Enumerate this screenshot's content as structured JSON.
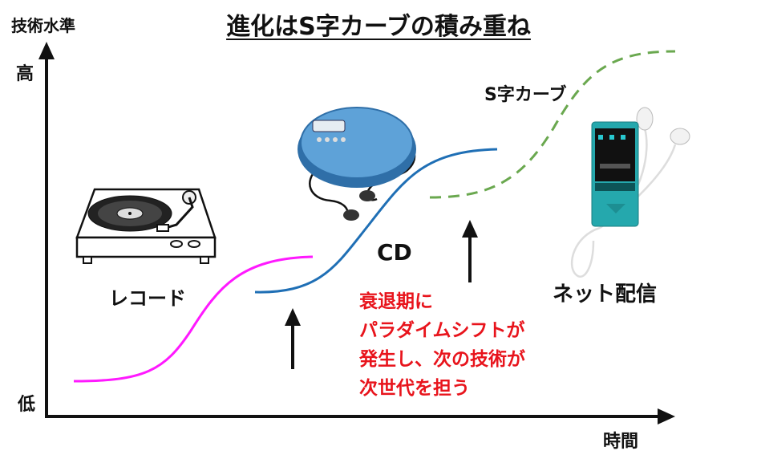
{
  "title": "進化はS字カーブの積み重ね",
  "axes": {
    "y_label": "技術水準",
    "y_high": "高",
    "y_low": "低",
    "x_label": "時間"
  },
  "labels": {
    "record": "レコード",
    "cd": "CD",
    "net": "ネット配信",
    "s_curve": "S字カーブ"
  },
  "annotation": [
    "衰退期に",
    "パラダイムシフトが",
    "発生し、次の技術が",
    "次世代を担う"
  ],
  "colors": {
    "record_curve": "#ff19ff",
    "cd_curve": "#1f6fb5",
    "net_curve": "#6aa84f",
    "annotation": "#e8141c"
  },
  "icons": [
    "turntable-icon",
    "cd-player-icon",
    "music-player-icon",
    "up-arrow-icon"
  ]
}
